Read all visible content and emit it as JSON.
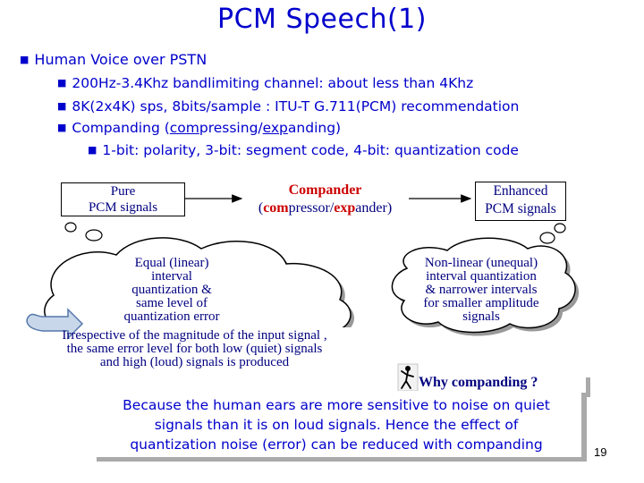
{
  "title": "PCM Speech(1)",
  "bullets": {
    "top": "Human Voice over PSTN",
    "sub1": "200Hz-3.4Khz bandlimiting channel: about less than 4Khz",
    "sub2": "8K(2x4K) sps, 8bits/sample : ITU-T G.711(PCM) recommendation",
    "sub3": {
      "prefix": "Companding (",
      "com": "com",
      "pressing": "pressing/",
      "exp": "exp",
      "anding": "anding",
      "suffix": ")"
    },
    "sub3a": "1-bit: polarity, 3-bit: segment code, 4-bit: quantization code"
  },
  "boxes": {
    "pure": [
      "Pure",
      "PCM signals"
    ],
    "compander": {
      "line1": "Compander",
      "open": "(",
      "com": "com",
      "pressor": "pressor/",
      "exp": "exp",
      "ander": "ander",
      "close": ")"
    },
    "enhanced": [
      "Enhanced",
      "PCM signals"
    ]
  },
  "clouds": {
    "linear": [
      "Equal (linear)",
      "interval",
      "quantization &",
      "same level of",
      "quantization error"
    ],
    "irrespective": [
      "Irrespective of the magnitude of the input signal ,",
      "the same error level for both low (quiet) signals",
      "and high (loud) signals is produced"
    ],
    "nonlinear": [
      "Non-linear (unequal)",
      "interval quantization",
      "& narrower intervals",
      "for smaller amplitude",
      "signals"
    ]
  },
  "why": "Why companding ?",
  "answer": [
    "Because the human ears are more sensitive to noise on quiet",
    "signals than it is on loud signals. Hence the effect of",
    "quantization noise (error) can be reduced with companding"
  ],
  "page_number": "19",
  "colors": {
    "text_blue": "#0000cc",
    "navy": "#000080",
    "red": "#cc0000",
    "cloud_fill": "#ffffff",
    "shadow": "#999999"
  },
  "icons": {
    "bullet": "square-bullet",
    "person": "person-figure-icon",
    "arrow": "curved-arrow-icon"
  }
}
